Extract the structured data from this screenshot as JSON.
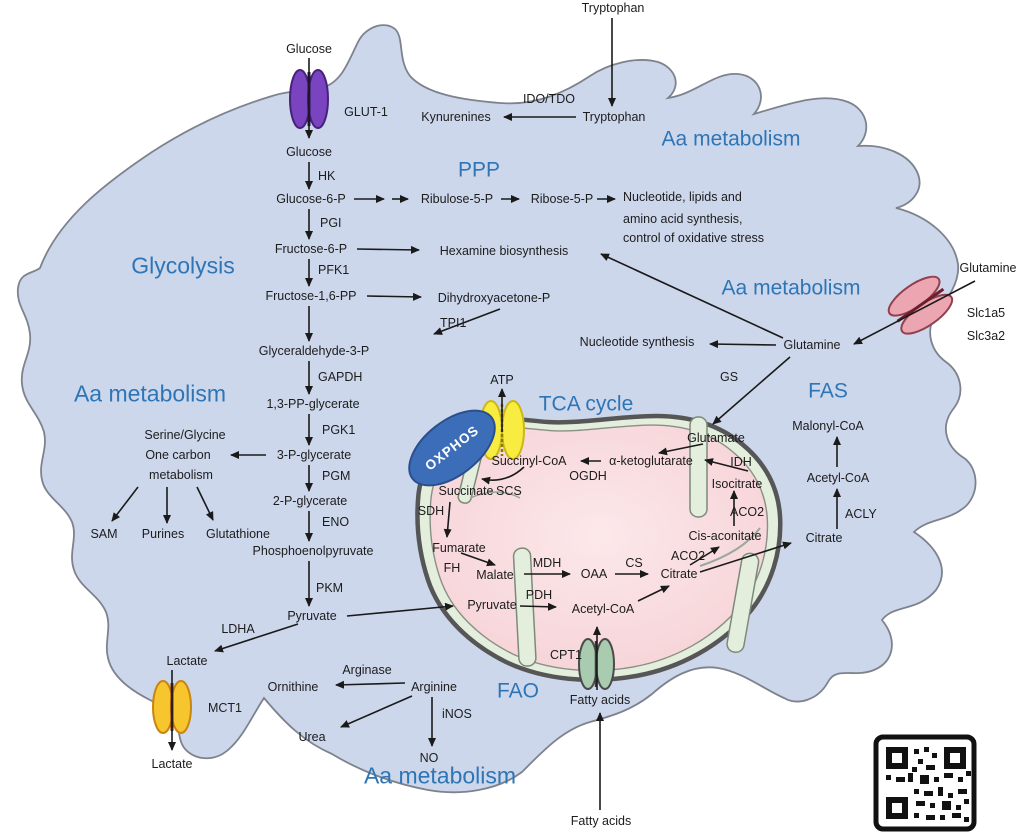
{
  "figure_title": "Cell metabolism pathway diagram",
  "colors": {
    "cell_fill": "#cdd7ec",
    "cell_stroke": "#7d828c",
    "pathway_label_blue": "#2e75b6",
    "mito_outer": "#565656",
    "mito_intermembrane": "#e3eedd",
    "mito_matrix": "#f7d9dc",
    "oxphos_blue": "#3c6db8",
    "atp_synthase_yellow": "#f7ec3f",
    "glut1_purple": "#7a43c0",
    "slc_pink": "#eba6b2",
    "mct1_yellow": "#f7c52e",
    "cpt1_green": "#a9cbb0",
    "arrow_black": "#1a1a1a"
  },
  "pathway_labels": {
    "glycolysis": "Glycolysis",
    "ppp": "PPP",
    "tca": "TCA cycle",
    "fas": "FAS",
    "fao": "FAO",
    "aa_top": "Aa metabolism",
    "aa_right": "Aa metabolism",
    "aa_left": "Aa metabolism",
    "aa_bottom": "Aa metabolism"
  },
  "transporters": {
    "glut1": "GLUT-1",
    "slc1a5": "Slc1a5",
    "slc3a2": "Slc3a2",
    "mct1": "MCT1",
    "cpt1": "CPT1",
    "oxphos": "OXPHOS"
  },
  "metabolites": {
    "tryptophan_out": "Tryptophan",
    "tryptophan_in": "Tryptophan",
    "kynurenines": "Kynurenines",
    "glucose_out": "Glucose",
    "glucose_in": "Glucose",
    "glucose6p": "Glucose-6-P",
    "ribulose5p": "Ribulose-5-P",
    "ribose5p": "Ribose-5-P",
    "nucl1": "Nucleotide, lipids and",
    "nucl2": "amino acid synthesis,",
    "nucl3": "control of oxidative stress",
    "fructose6p": "Fructose-6-P",
    "hexamine": "Hexamine biosynthesis",
    "fructose16pp": "Fructose-1,6-PP",
    "dhap": "Dihydroxyacetone-P",
    "glutamine_out": "Glutamine",
    "glutamine_in": "Glutamine",
    "nucleotide_synthesis": "Nucleotide synthesis",
    "glyceraldehyde3p": "Glyceraldehyde-3-P",
    "pp13_glycerate": "1,3-PP-glycerate",
    "serine1": "Serine/Glycine",
    "serine2": "One carbon",
    "serine3": "metabolism",
    "p3_glycerate": "3-P-glycerate",
    "p2_glycerate": "2-P-glycerate",
    "atp": "ATP",
    "malonyl_coa": "Malonyl-CoA",
    "acetyl_coa_cyt": "Acetyl-CoA",
    "succinyl_coa": "Succinyl-CoA",
    "alpha_ketoglutarate": "α-ketoglutarate",
    "glutamate": "Glutamate",
    "succinate": "Succinate",
    "isocitrate": "Isocitrate",
    "sam": "SAM",
    "purines": "Purines",
    "glutathione": "Glutathione",
    "cis_aconitate": "Cis-aconitate",
    "citrate_cyt": "Citrate",
    "citrate_mito": "Citrate",
    "fumarate": "Fumarate",
    "pep": "Phosphoenolpyruvate",
    "malate": "Malate",
    "oaa": "OAA",
    "pyruvate_cyt": "Pyruvate",
    "pyruvate_mito": "Pyruvate",
    "acetyl_coa_mito": "Acetyl-CoA",
    "lactate_in": "Lactate",
    "lactate_out": "Lactate",
    "ornithine": "Ornithine",
    "arginine": "Arginine",
    "urea": "Urea",
    "no": "NO",
    "fatty_acids_mid": "Fatty acids",
    "fatty_acids_out": "Fatty acids"
  },
  "enzymes": {
    "ido_tdo": "IDO/TDO",
    "hk": "HK",
    "pgi": "PGI",
    "pfk1": "PFK1",
    "tpi1": "TPI1",
    "gapdh": "GAPDH",
    "pgk1": "PGK1",
    "pgm": "PGM",
    "eno": "ENO",
    "pkm": "PKM",
    "ldha": "LDHA",
    "gs": "GS",
    "ogdh": "OGDH",
    "scs": "SCS",
    "sdh": "SDH",
    "fh": "FH",
    "mdh": "MDH",
    "cs": "CS",
    "pdh": "PDH",
    "idh": "IDH",
    "aco2_upper": "ACO2",
    "aco2_lower": "ACO2",
    "acly": "ACLY",
    "arginase": "Arginase",
    "inos": "iNOS"
  }
}
